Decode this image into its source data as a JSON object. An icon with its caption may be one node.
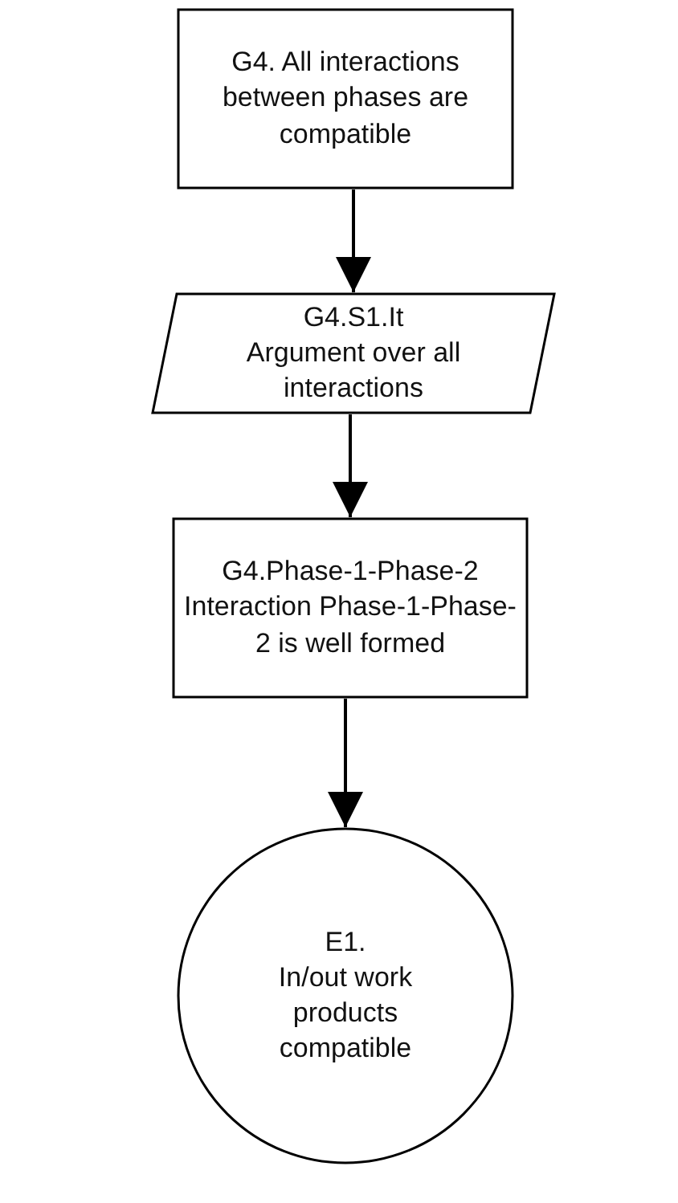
{
  "diagram": {
    "nodes": [
      {
        "text": [
          "G4. All interactions between phases are compatible"
        ]
      },
      {
        "text": [
          "G4.S1.It",
          "Argument over all interactions"
        ]
      },
      {
        "text": [
          "G4.Phase-1-Phase-2",
          "Interaction Phase-1-Phase-2 is well formed"
        ]
      },
      {
        "text": [
          "E1.",
          "In/out work products compatible"
        ]
      }
    ],
    "edges": [
      {
        "from": 0,
        "to": 1,
        "arrow": "to"
      },
      {
        "from": 1,
        "to": 2,
        "arrow": "to"
      },
      {
        "from": 2,
        "to": 3,
        "arrow": "to"
      }
    ]
  }
}
